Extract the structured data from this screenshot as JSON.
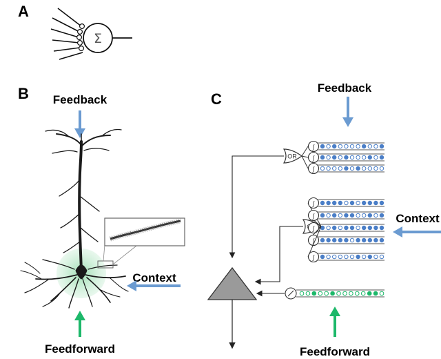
{
  "panels": {
    "a": {
      "label": "A",
      "sum_symbol": "Σ"
    },
    "b": {
      "label": "B",
      "feedback_label": "Feedback",
      "context_label": "Context",
      "feedforward_label": "Feedforward"
    },
    "c": {
      "label": "C",
      "feedback_label": "Feedback",
      "context_label": "Context",
      "feedforward_label": "Feedforward",
      "or_gate_label": "OR",
      "dendrite_symbol": "∫"
    }
  },
  "colors": {
    "feedback_arrow": "#6b9bd1",
    "context_arrow": "#6b9bd1",
    "feedforward_arrow": "#1db86a",
    "synapse_filled": "#4a7ec7",
    "synapse_empty": "#ffffff",
    "soma_fill": "#9a9a9a",
    "glow": "#8fd8a8"
  },
  "feedback_segments": [
    {
      "pattern": "10100001001"
    },
    {
      "pattern": "10101000101"
    },
    {
      "pattern": "00001010000"
    }
  ],
  "context_segments": [
    {
      "pattern": "11110101111"
    },
    {
      "pattern": "10101100101"
    },
    {
      "pattern": "10101101111"
    },
    {
      "pattern": "11111011111"
    },
    {
      "pattern": "10000010100"
    }
  ],
  "feedforward_segment": {
    "pattern": "00100100000110"
  }
}
